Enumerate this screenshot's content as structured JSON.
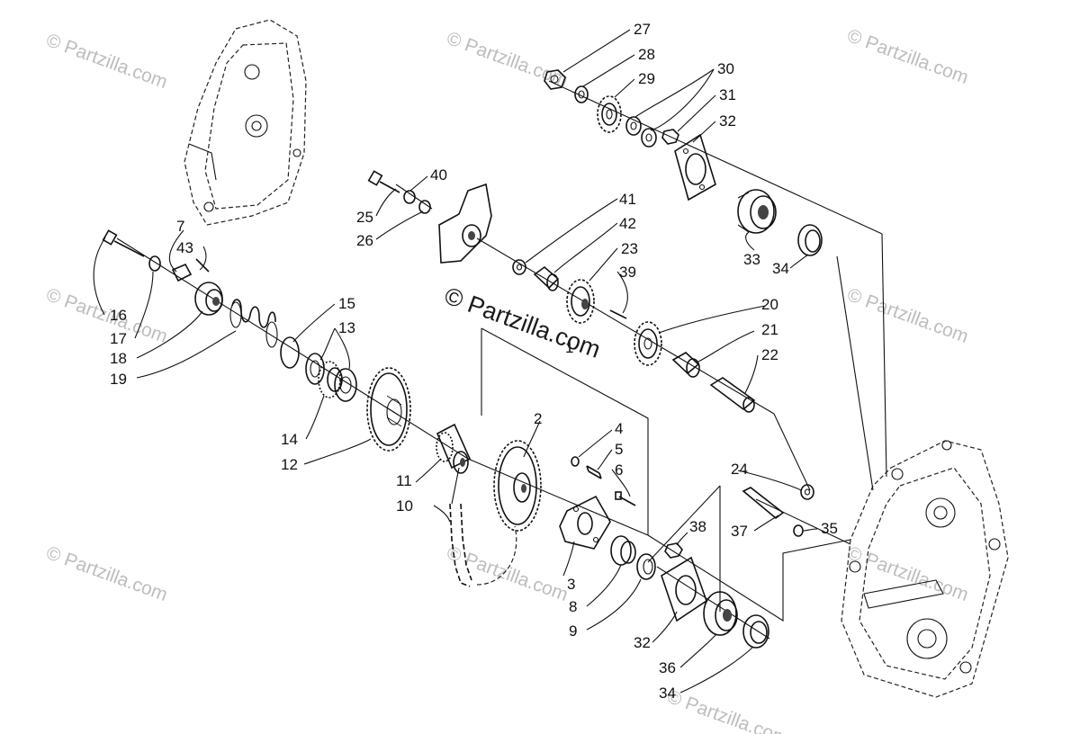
{
  "watermarks": [
    "© Partzilla.com",
    "© Partzilla.com",
    "© Partzilla.com",
    "© Partzilla.com",
    "© Partzilla.com",
    "© Partzilla.com",
    "© Partzilla.com",
    "© Partzilla.com",
    "© Partzilla.com"
  ],
  "center_watermark": "© Partzilla.com",
  "callouts": {
    "c1": "1",
    "c2": "2",
    "c3": "3",
    "c4": "4",
    "c5": "5",
    "c6": "6",
    "c7": "7",
    "c8": "8",
    "c9": "9",
    "c10": "10",
    "c11": "11",
    "c12": "12",
    "c13": "13",
    "c14": "14",
    "c15": "15",
    "c16": "16",
    "c17": "17",
    "c18": "18",
    "c19": "19",
    "c20": "20",
    "c21": "21",
    "c22": "22",
    "c23": "23",
    "c24": "24",
    "c25": "25",
    "c26": "26",
    "c27": "27",
    "c28": "28",
    "c29": "29",
    "c30": "30",
    "c31": "31",
    "c32a": "32",
    "c32b": "32",
    "c33": "33",
    "c34a": "34",
    "c34b": "34",
    "c35": "35",
    "c36": "36",
    "c37": "37",
    "c38": "38",
    "c39": "39",
    "c40": "40",
    "c41": "41",
    "c42": "42",
    "c43": "43"
  }
}
